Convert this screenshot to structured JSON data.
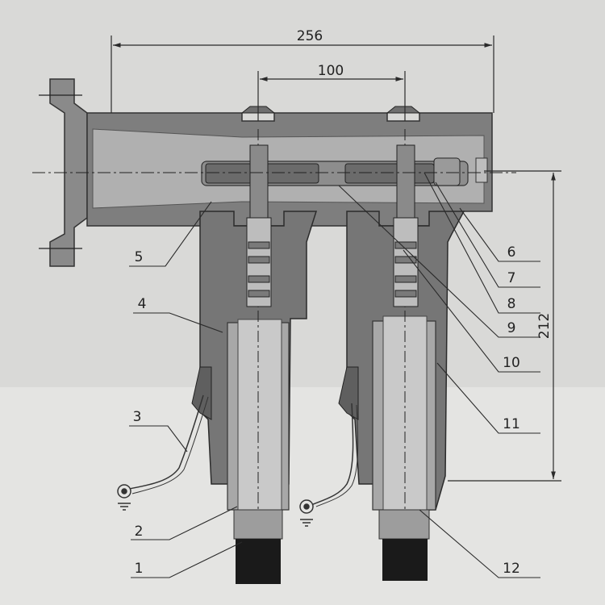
{
  "dimensions": {
    "overall_width": "256",
    "pitch": "100",
    "height": "212"
  },
  "callouts": [
    "1",
    "2",
    "3",
    "4",
    "5",
    "6",
    "7",
    "8",
    "9",
    "10",
    "11",
    "12"
  ],
  "colors": {
    "background": "#d6d6d4",
    "housing": "#7b7b7b",
    "housing_light": "#a9a9a9",
    "cable": "#1a1a1a",
    "line": "#2a2a2a"
  }
}
